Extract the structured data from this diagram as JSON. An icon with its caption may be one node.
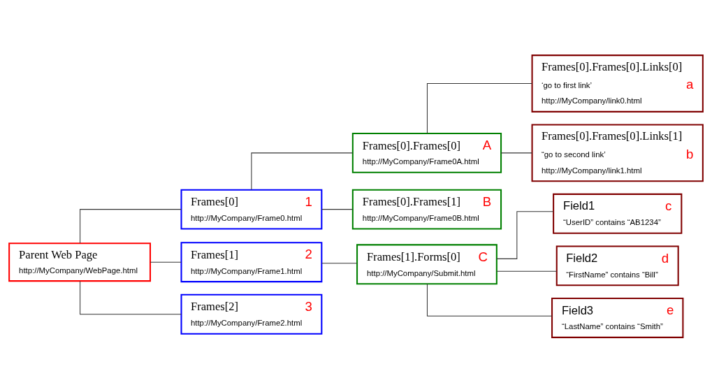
{
  "diagram": {
    "nodes": [
      {
        "text": [
          "Parent Web Page",
          "http://MyCompany/WebPage.html"
        ]
      },
      {
        "text": [
          "Frames[0]",
          "1",
          "http://MyCompany/Frame0.html"
        ]
      },
      {
        "text": [
          "Frames[0].Frames[0]",
          "A",
          "http://MyCompany/Frame0A.html"
        ]
      },
      {
        "text": [
          "Frames[0].Frames[0].Links[0]",
          "‘go to first link’",
          "a",
          "http://MyCompany/link0.html"
        ]
      },
      {
        "text": [
          "Frames[0].Frames[0].Links[1]",
          "“go to second link’",
          "b",
          "http://MyCompany/link1.html"
        ]
      },
      {
        "text": [
          "Frames[0].Frames[1]",
          "B",
          "http://MyCompany/Frame0B.html"
        ]
      },
      {
        "text": [
          "Frames[1]",
          "2",
          "http://MyCompany/Frame1.html"
        ]
      },
      {
        "text": [
          "Frames[1].Forms[0]",
          "C",
          "http://MyCompany/Submit.html"
        ]
      },
      {
        "text": [
          "Field1",
          "c",
          "“UserID” contains “AB1234”"
        ]
      },
      {
        "text": [
          "Field2",
          "d",
          "“FirstName” contains “Bill”"
        ]
      },
      {
        "text": [
          "Field3",
          "e",
          "“LastName” contains “Smith”"
        ]
      },
      {
        "text": [
          "Frames[2]",
          "3",
          "http://MyCompany/Frame2.html"
        ]
      }
    ],
    "edges": [
      {
        "from": 0,
        "to": 1,
        "arrow": "none"
      },
      {
        "from": 0,
        "to": 6,
        "arrow": "none"
      },
      {
        "from": 0,
        "to": 11,
        "arrow": "none"
      },
      {
        "from": 1,
        "to": 2,
        "arrow": "none"
      },
      {
        "from": 1,
        "to": 5,
        "arrow": "none"
      },
      {
        "from": 2,
        "to": 3,
        "arrow": "none"
      },
      {
        "from": 2,
        "to": 4,
        "arrow": "none"
      },
      {
        "from": 6,
        "to": 7,
        "arrow": "none"
      },
      {
        "from": 7,
        "to": 8,
        "arrow": "none"
      },
      {
        "from": 7,
        "to": 9,
        "arrow": "none"
      },
      {
        "from": 7,
        "to": 10,
        "arrow": "none"
      }
    ]
  }
}
